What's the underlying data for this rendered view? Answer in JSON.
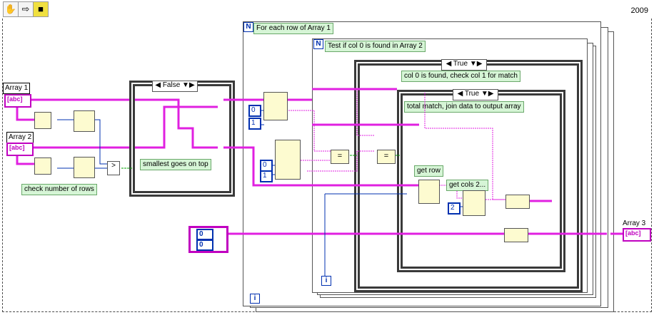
{
  "toolbar": {
    "tools": [
      "hand-tool",
      "run-arrow",
      "run-highlight"
    ],
    "version": "2009"
  },
  "terminals": {
    "array1_label": "Array 1",
    "array2_label": "Array 2",
    "array3_label": "Array 3",
    "string_glyph": "abc"
  },
  "case_false": {
    "selector": "False"
  },
  "case_true_outer": {
    "selector": "True"
  },
  "case_true_inner": {
    "selector": "True"
  },
  "loops": {
    "outer_comment": "For each row of Array 1",
    "inner_comment": "Test if col 0 is found in Array 2",
    "N_glyph": "N",
    "i_glyph": "i"
  },
  "comments": {
    "check_rows": "check number of rows",
    "smallest_top": "smallest goes on top",
    "col0_found": "col 0 is found, check col 1 for match",
    "total_match": "total match, join data to output array",
    "get_row": "get row",
    "get_cols": "get cols 2..."
  },
  "constants": {
    "idx0_a": "0",
    "idx1_a": "1",
    "idx0_b": "0",
    "idx1_b": "1",
    "cols2": "2",
    "arr_idx0": "0",
    "arr_idx1": "0"
  },
  "colors": {
    "string_wire": "#e020e0",
    "numeric_wire": "#0030b0",
    "bool_wire": "#00a000",
    "struct_border": "#3a3a3a"
  }
}
